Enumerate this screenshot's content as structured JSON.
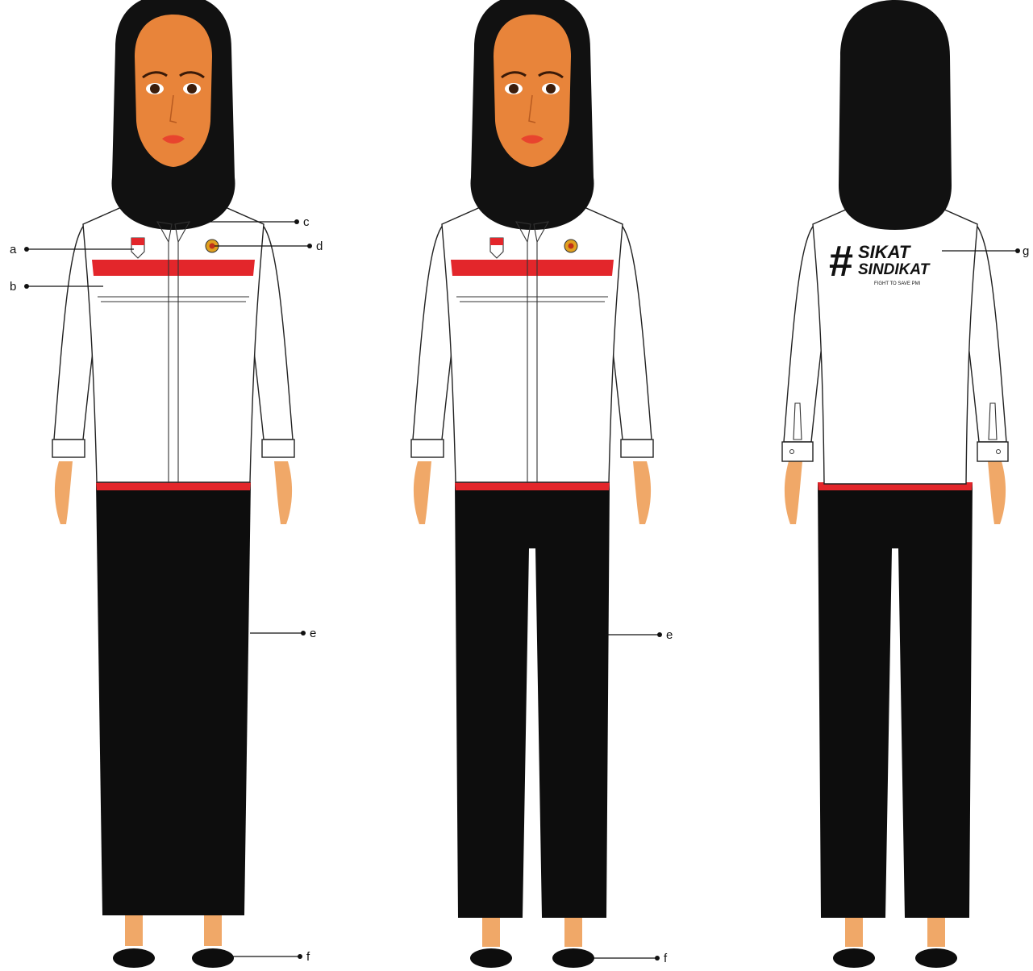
{
  "colors": {
    "skin": "#e8843a",
    "skin_hand": "#f0a868",
    "hijab": "#111111",
    "shirt": "#ffffff",
    "stripe": "#e3262b",
    "bottom": "#0d0d0d",
    "lips": "#e8442e"
  },
  "figures": [
    {
      "view": "front",
      "bottom_type": "skirt"
    },
    {
      "view": "front",
      "bottom_type": "trousers"
    },
    {
      "view": "back",
      "bottom_type": "trousers"
    }
  ],
  "labels": {
    "a": "a",
    "b": "b",
    "c": "c",
    "d": "d",
    "e": "e",
    "f": "f",
    "g": "g"
  },
  "back_print": {
    "hashtag": "#",
    "line1": "SIKAT",
    "line2": "SINDIKAT",
    "tagline": "FIGHT TO SAVE PMI"
  }
}
